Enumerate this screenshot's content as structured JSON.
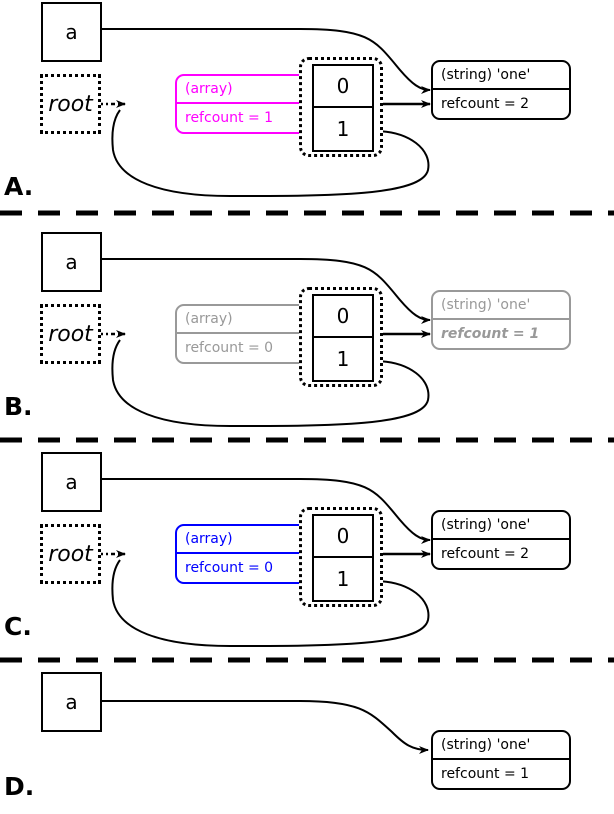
{
  "diagram": {
    "title": "PHP reference counting / garbage collection states",
    "colors": {
      "black": "#000000",
      "magenta": "#ff00ff",
      "blue": "#0000ff",
      "gray": "#999999",
      "background": "#ffffff"
    },
    "panels": [
      {
        "label": "A.",
        "variable_box": "a",
        "root_box": "root",
        "array": {
          "type_label": "(array)",
          "refcount_label": "refcount = 1",
          "color": "#ff00ff",
          "emphasis": false
        },
        "cells": [
          "0",
          "1"
        ],
        "string": {
          "type_label": "(string) 'one'",
          "refcount_label": "refcount = 2",
          "color": "#000000",
          "emphasis": false
        },
        "has_root": true,
        "has_array": true,
        "has_cycle_edge": true
      },
      {
        "label": "B.",
        "variable_box": "a",
        "root_box": "root",
        "array": {
          "type_label": "(array)",
          "refcount_label": "refcount = 0",
          "color": "#999999",
          "emphasis": false
        },
        "cells": [
          "0",
          "1"
        ],
        "string": {
          "type_label": "(string) 'one'",
          "refcount_label": "refcount = 1",
          "color": "#999999",
          "emphasis": true
        },
        "has_root": true,
        "has_array": true,
        "has_cycle_edge": true
      },
      {
        "label": "C.",
        "variable_box": "a",
        "root_box": "root",
        "array": {
          "type_label": "(array)",
          "refcount_label": "refcount = 0",
          "color": "#0000ff",
          "emphasis": false
        },
        "cells": [
          "0",
          "1"
        ],
        "string": {
          "type_label": "(string) 'one'",
          "refcount_label": "refcount = 2",
          "color": "#000000",
          "emphasis": false
        },
        "has_root": true,
        "has_array": true,
        "has_cycle_edge": true
      },
      {
        "label": "D.",
        "variable_box": "a",
        "root_box": null,
        "array": null,
        "cells": null,
        "string": {
          "type_label": "(string) 'one'",
          "refcount_label": "refcount = 1",
          "color": "#000000",
          "emphasis": false
        },
        "has_root": false,
        "has_array": false,
        "has_cycle_edge": false
      }
    ]
  }
}
